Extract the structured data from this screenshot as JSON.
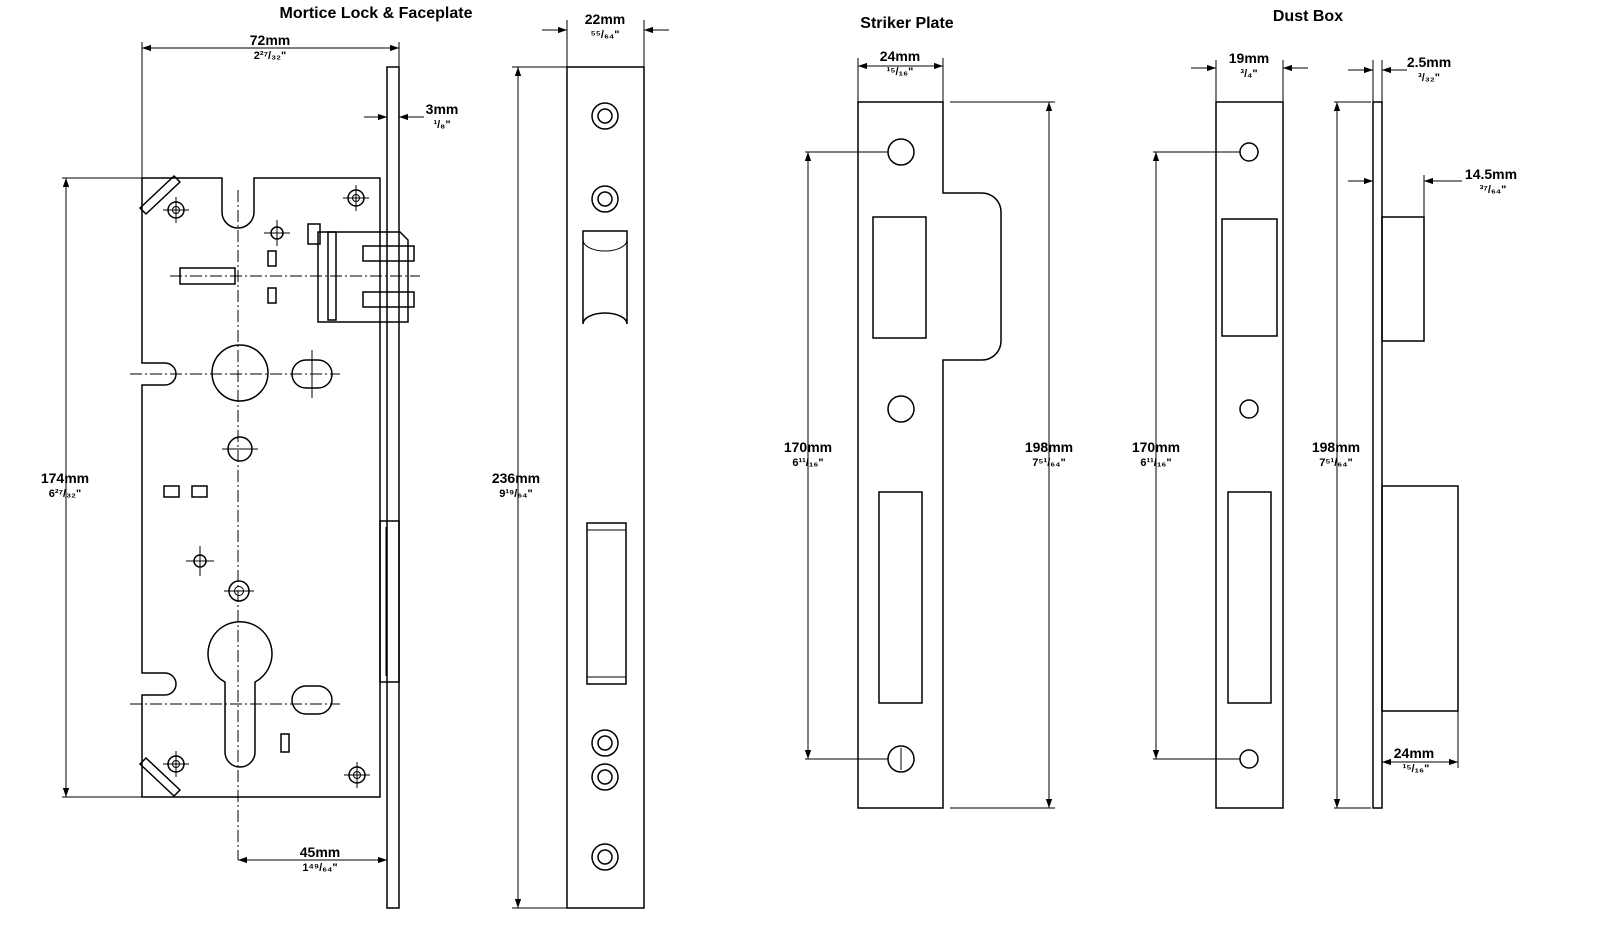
{
  "sections": {
    "mortice": {
      "title": "Mortice Lock & Faceplate"
    },
    "striker": {
      "title": "Striker Plate"
    },
    "dust": {
      "title": "Dust Box"
    }
  },
  "dimensions": {
    "m_width": {
      "mm": "72mm",
      "inch": "2²⁷/₃₂\""
    },
    "m_plate": {
      "mm": "3mm",
      "inch": "¹/₈\""
    },
    "m_height": {
      "mm": "174mm",
      "inch": "6²⁷/₃₂\""
    },
    "m_backset": {
      "mm": "45mm",
      "inch": "1⁴⁹/₆₄\""
    },
    "f_width": {
      "mm": "22mm",
      "inch": "⁵⁵/₆₄\""
    },
    "f_height": {
      "mm": "236mm",
      "inch": "9¹⁹/₆₄\""
    },
    "s_width": {
      "mm": "24mm",
      "inch": "¹⁵/₁₆\""
    },
    "s_centres": {
      "mm": "170mm",
      "inch": "6¹¹/₁₆\""
    },
    "s_height": {
      "mm": "198mm",
      "inch": "7⁵¹/₆₄\""
    },
    "d_width": {
      "mm": "19mm",
      "inch": "³/₄\""
    },
    "d_centres": {
      "mm": "170mm",
      "inch": "6¹¹/₁₆\""
    },
    "d_plate": {
      "mm": "2.5mm",
      "inch": "³/₃₂\""
    },
    "d_height": {
      "mm": "198mm",
      "inch": "7⁵¹/₆₄\""
    },
    "d_offset": {
      "mm": "14.5mm",
      "inch": "³⁷/₆₄\""
    },
    "d_depth": {
      "mm": "24mm",
      "inch": "¹⁵/₁₆\""
    }
  }
}
